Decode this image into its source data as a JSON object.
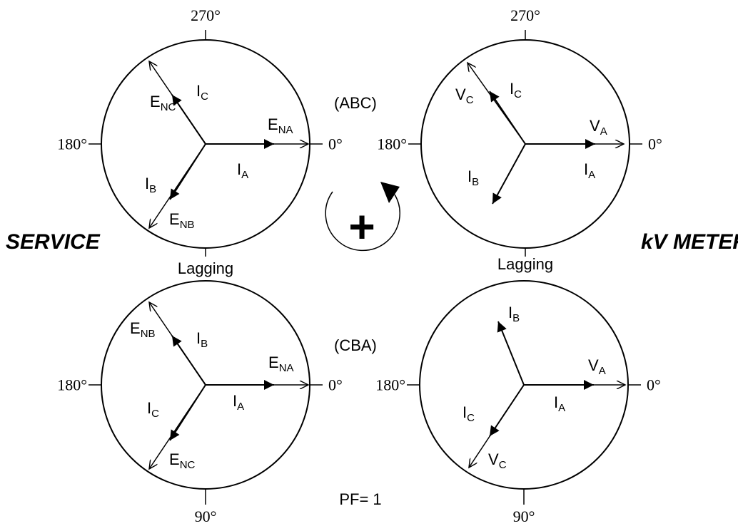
{
  "labels": {
    "deg_top": "270°",
    "deg_left": "180°",
    "deg_right": "0°",
    "deg_bottom": "90°",
    "service": "SERVICE",
    "kv_meter": "kV METER",
    "lagging": "Lagging",
    "abc": "(ABC)",
    "cba": "(CBA)",
    "pf": "PF= 1",
    "plus": "+"
  },
  "phasors": {
    "E": "E",
    "I": "I",
    "V": "V",
    "NA": "NA",
    "NB": "NB",
    "NC": "NC",
    "A": "A",
    "B": "B",
    "C": "C"
  }
}
